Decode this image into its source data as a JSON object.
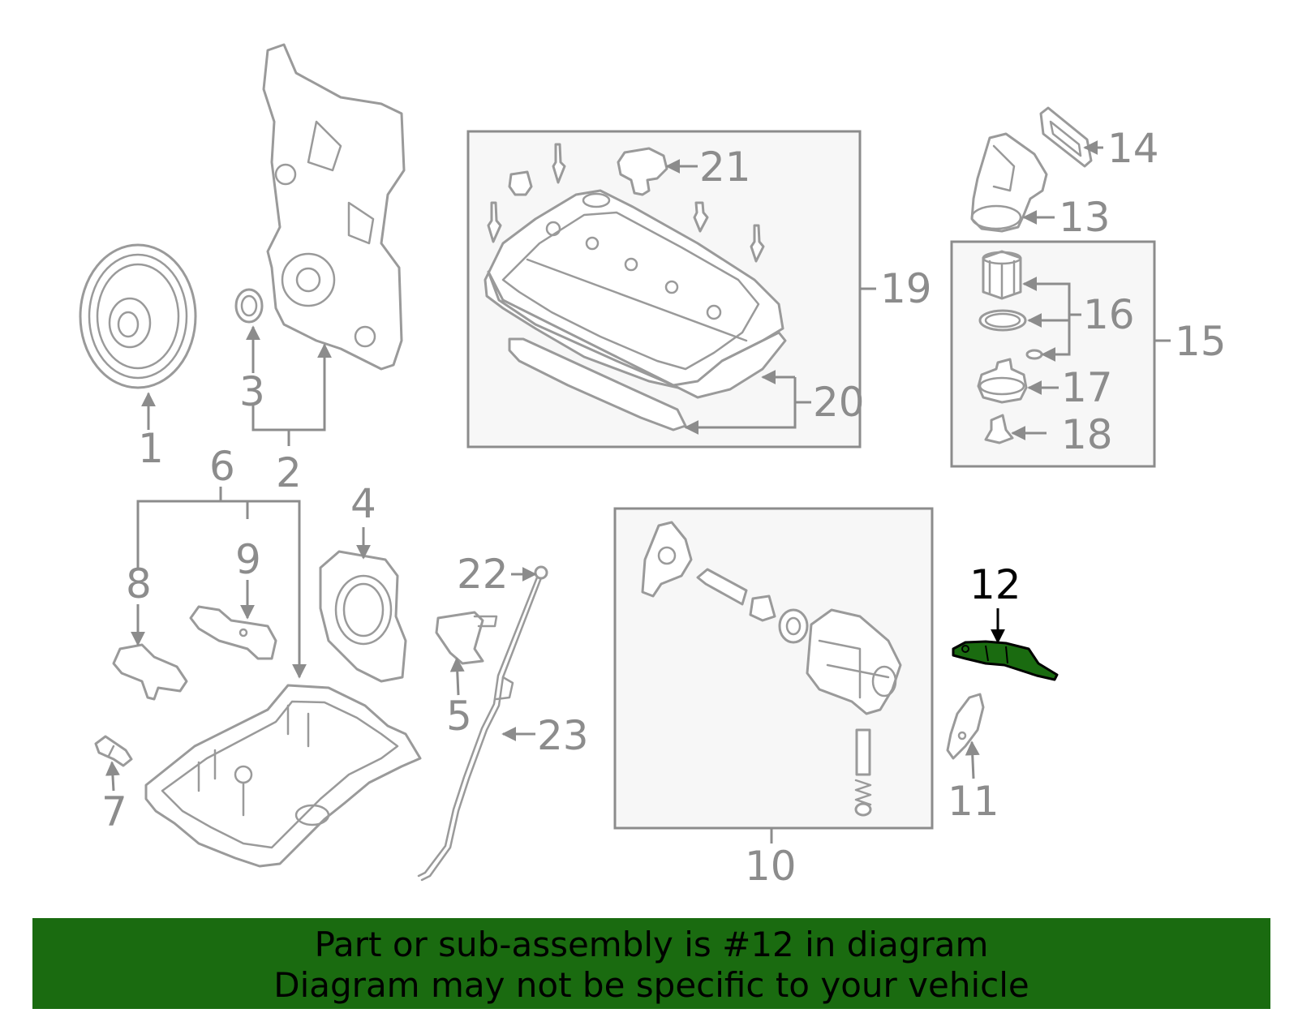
{
  "diagram": {
    "callouts": [
      "1",
      "2",
      "3",
      "4",
      "5",
      "6",
      "7",
      "8",
      "9",
      "10",
      "11",
      "12",
      "13",
      "14",
      "15",
      "16",
      "17",
      "18",
      "19",
      "20",
      "21",
      "22",
      "23"
    ],
    "highlighted_part": "12",
    "highlight_color": "#1a6b10",
    "line_color": "#8c8c8c",
    "box_fill": "#f7f7f7"
  },
  "banner": {
    "line1": "Part or sub-assembly is #12 in diagram",
    "line2": "Diagram may not be specific to your vehicle",
    "background": "#1a6b10"
  }
}
